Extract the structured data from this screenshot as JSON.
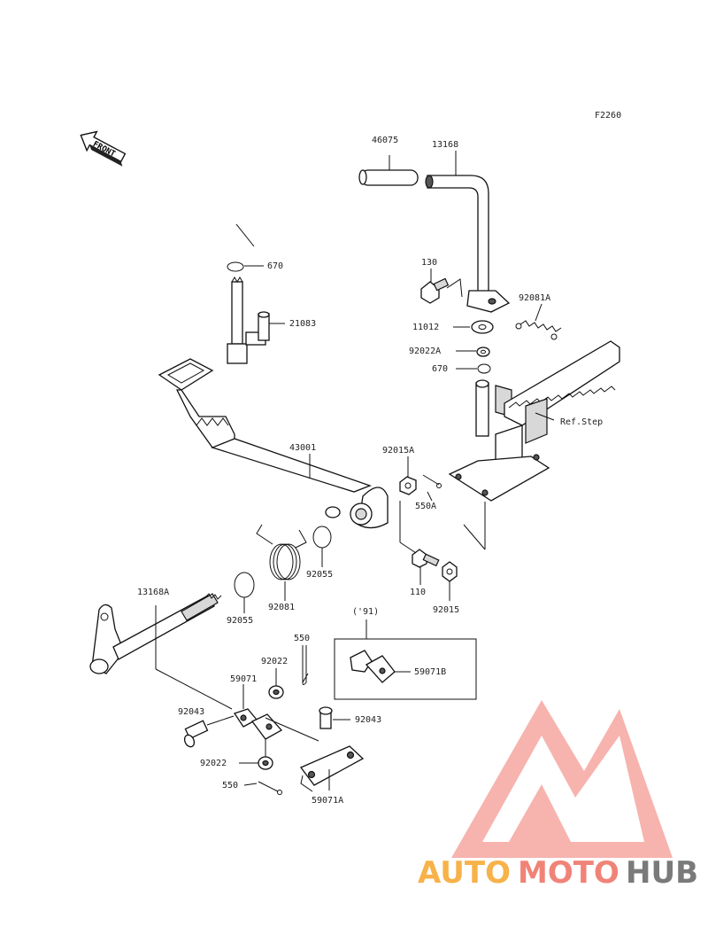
{
  "figure_code": "F2260",
  "front_arrow_label": "FRONT",
  "year_note": "('91)",
  "parts": {
    "p46075": "46075",
    "p13168": "13168",
    "p670_top": "670",
    "p21083": "21083",
    "p130": "130",
    "p92081A": "92081A",
    "p11012": "11012",
    "p92022A": "92022A",
    "p670_mid": "670",
    "ref_step": "Ref.Step",
    "p43001": "43001",
    "p92015A": "92015A",
    "p550A": "550A",
    "p92055_a": "92055",
    "p92081": "92081",
    "p110": "110",
    "p92015": "92015",
    "p13168A": "13168A",
    "p92055_b": "92055",
    "p550_top": "550",
    "p92022_top": "92022",
    "p59071": "59071",
    "p59071B": "59071B",
    "p92043_left": "92043",
    "p92043_right": "92043",
    "p92022_bot": "92022",
    "p550_bot": "550",
    "p59071A": "59071A"
  },
  "watermark": {
    "part1": "AUTO",
    "part2": "MOTO",
    "part3": "HUB",
    "color_orange": "#f7b24a",
    "color_red": "#f08378",
    "color_grey": "#7a7a7a"
  }
}
